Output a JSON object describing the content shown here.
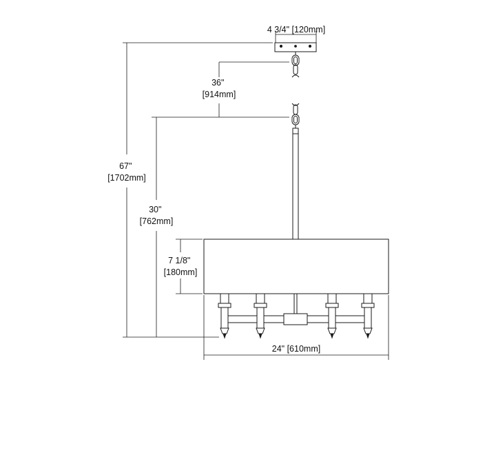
{
  "dimensions": {
    "canopy_width": {
      "imperial": "4 3/4\"",
      "metric": "[120mm]"
    },
    "chain_length": {
      "imperial": "36\"",
      "metric": "[914mm]"
    },
    "overall_height": {
      "imperial": "67\"",
      "metric": "[1702mm]"
    },
    "fixture_height": {
      "imperial": "30\"",
      "metric": "[762mm]"
    },
    "shade_height": {
      "imperial": "7 1/8\"",
      "metric": "[180mm]"
    },
    "overall_width": {
      "label": "24\" [610mm]"
    }
  }
}
